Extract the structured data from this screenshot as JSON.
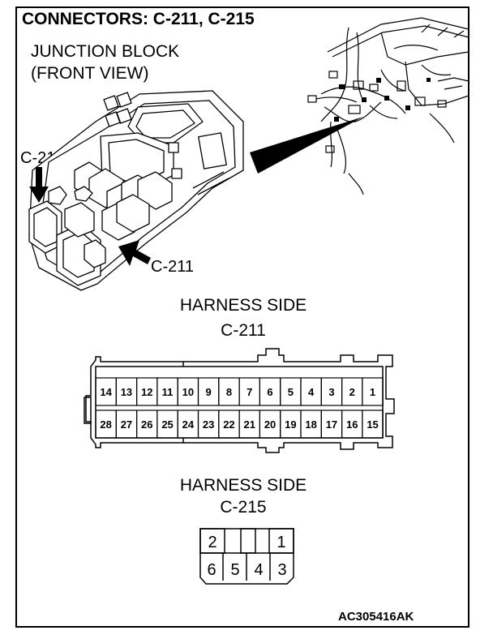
{
  "title": "CONNECTORS: C-211, C-215",
  "junction_block": {
    "line1": "JUNCTION BLOCK",
    "line2": "(FRONT VIEW)",
    "c215_label": "C-215",
    "c211_label": "C-211"
  },
  "c211": {
    "side_label": "HARNESS SIDE",
    "name": "C-211",
    "top_row": [
      "14",
      "13",
      "12",
      "11",
      "10",
      "9",
      "8",
      "7",
      "6",
      "5",
      "4",
      "3",
      "2",
      "1"
    ],
    "bottom_row": [
      "28",
      "27",
      "26",
      "25",
      "24",
      "23",
      "22",
      "21",
      "20",
      "19",
      "18",
      "17",
      "16",
      "15"
    ]
  },
  "c215": {
    "side_label": "HARNESS SIDE",
    "name": "C-215",
    "top_row": [
      "2",
      "",
      "1"
    ],
    "bottom_row": [
      "6",
      "5",
      "4",
      "3"
    ]
  },
  "figure_code": "AC305416AK",
  "icons": {
    "arrow_c215": "down-arrow-icon",
    "arrow_c211": "diagonal-arrow-icon",
    "pointer": "wedge-pointer-icon"
  }
}
